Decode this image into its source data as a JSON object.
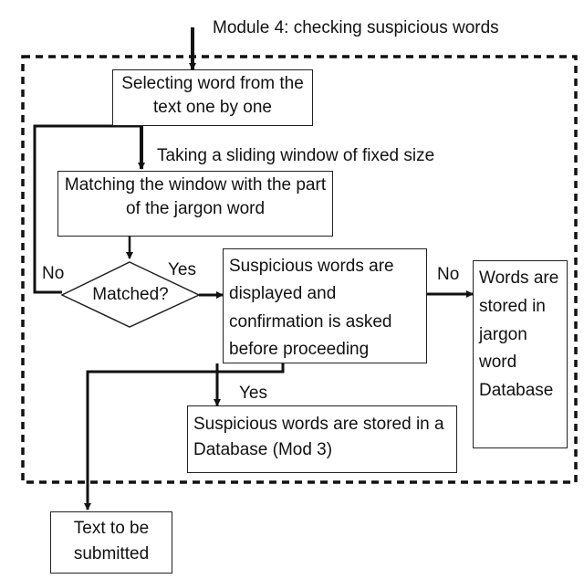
{
  "module_title": "Module 4: checking suspicious words",
  "nodes": {
    "select_word": "Selecting word from the text one by one",
    "match_window": "Matching the window with the part of the jargon word",
    "decision": "Matched?",
    "suspicious_displayed": "Suspicious words are displayed and confirmation is asked before proceeding",
    "jargon_db": "Words are stored in jargon word Database",
    "stored_db": "Suspicious words are stored in a Database (Mod 3)",
    "submit": "Text to be submitted"
  },
  "edge_labels": {
    "sliding_window": "Taking a sliding window of fixed size",
    "no_left": "No",
    "yes_decision": "Yes",
    "no_right": "No",
    "yes_down": "Yes"
  }
}
